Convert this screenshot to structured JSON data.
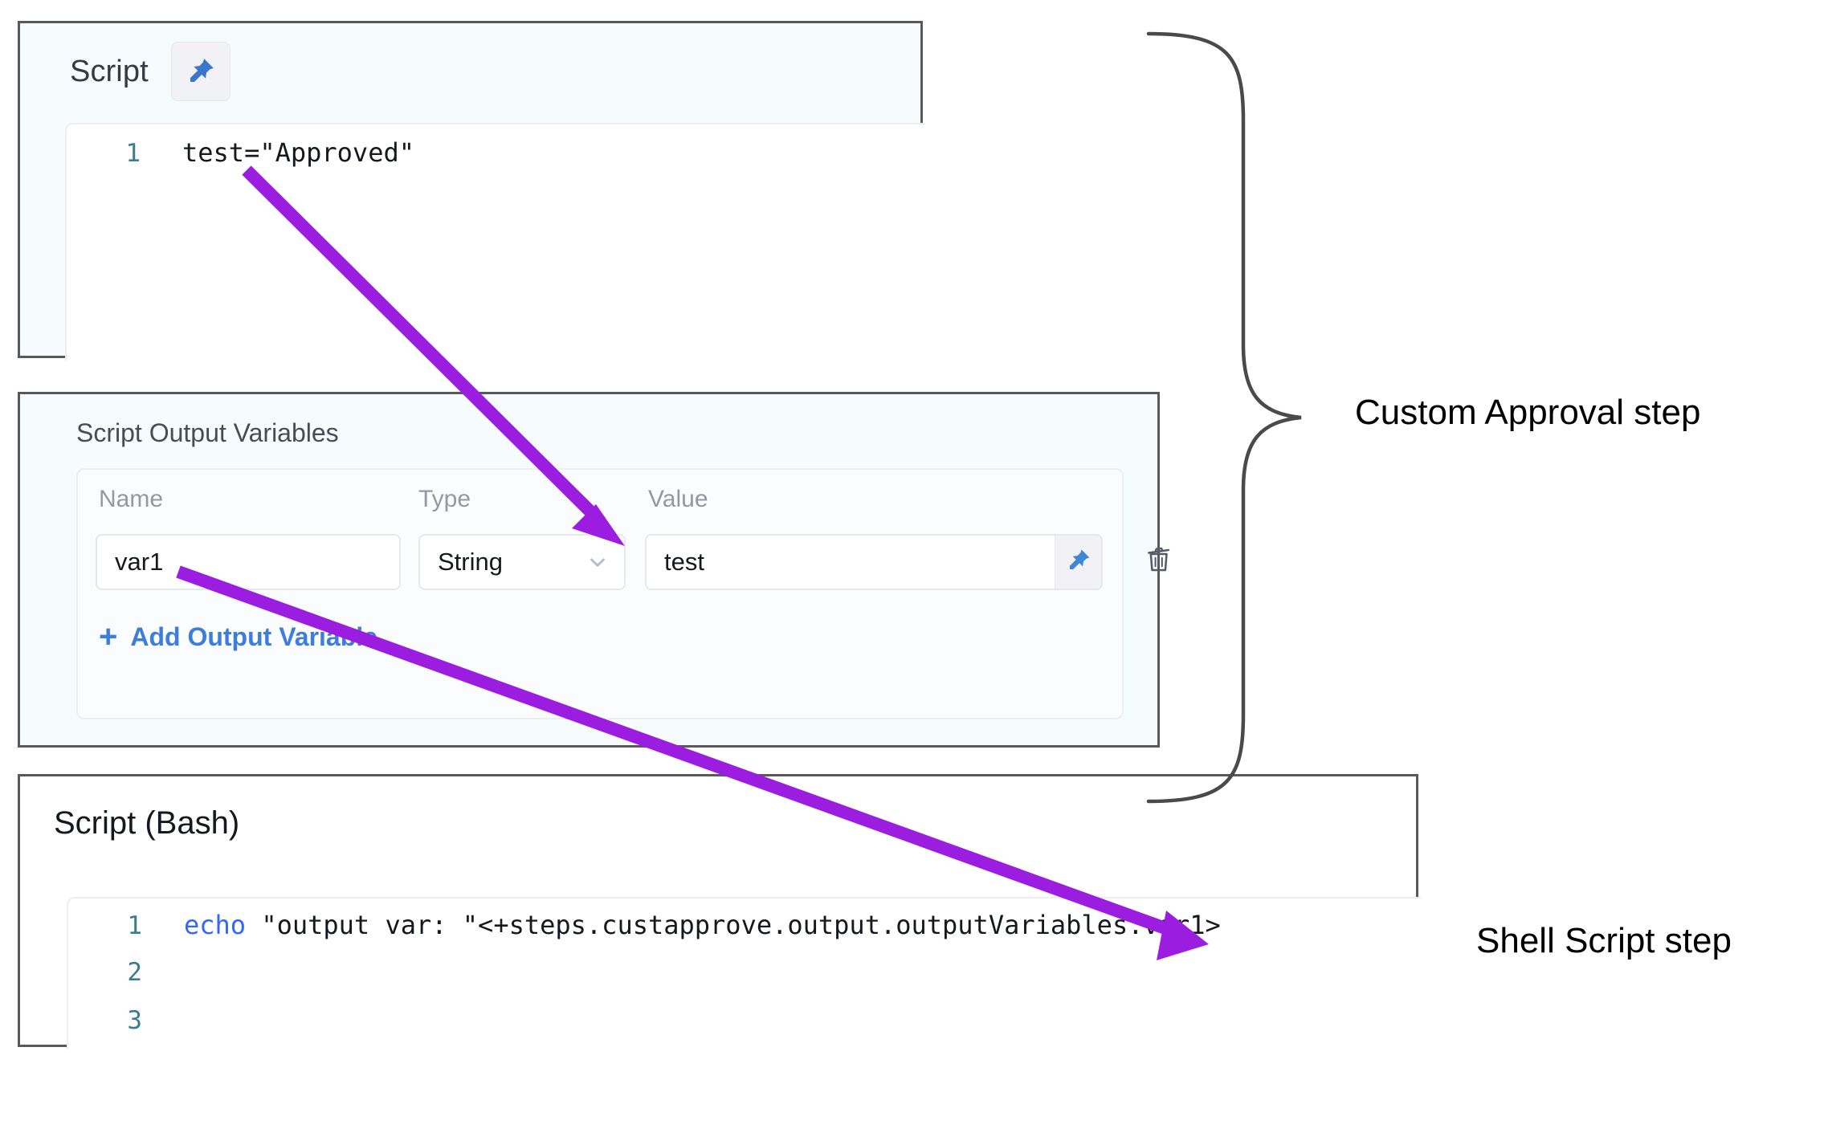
{
  "script_panel": {
    "title": "Script",
    "pin_icon": "pin-icon",
    "code": {
      "lines": [
        {
          "number": "1",
          "text": "test=\"Approved\""
        }
      ]
    }
  },
  "output_variables_panel": {
    "title": "Script Output Variables",
    "columns": [
      "Name",
      "Type",
      "Value"
    ],
    "rows": [
      {
        "name": "var1",
        "type": "String",
        "value": "test",
        "pin_icon": "pin-icon",
        "delete_icon": "trash-icon",
        "chevron_icon": "chevron-down-icon"
      }
    ],
    "add_link": {
      "plus": "+",
      "label": "Add Output Variable"
    }
  },
  "bash_panel": {
    "title": "Script (Bash)",
    "code": {
      "lines": [
        {
          "number": "1",
          "keyword": "echo",
          "text": " \"output var: \"<+steps.custapprove.output.outputVariables.var1>"
        },
        {
          "number": "2",
          "keyword": "",
          "text": ""
        },
        {
          "number": "3",
          "keyword": "",
          "text": ""
        }
      ]
    }
  },
  "annotations": {
    "custom_approval_label": "Custom Approval step",
    "shell_script_label": "Shell Script step",
    "arrow_color": "#9b1ee0",
    "brace_color": "#4a4a4a"
  }
}
